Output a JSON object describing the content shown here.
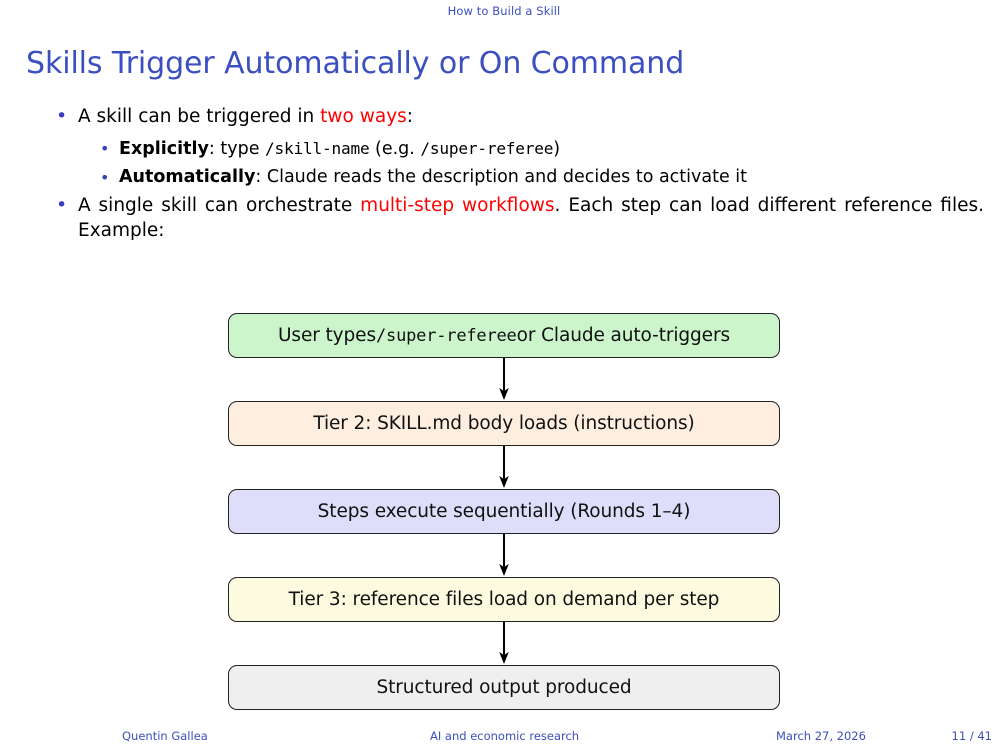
{
  "header": {
    "running_title": "How to Build a Skill"
  },
  "slide": {
    "title": "Skills Trigger Automatically or On Command"
  },
  "content": {
    "bullet1": {
      "marker": "•",
      "text_before": "A skill can be triggered in ",
      "highlight": "two ways",
      "text_after": ":",
      "subitems": [
        {
          "marker": "•",
          "label": "Explicitly",
          "separator": ": ",
          "text_before": "type ",
          "code1": "/skill-name",
          "text_mid": " (e.g. ",
          "code2": "/super-referee",
          "text_after": ")"
        },
        {
          "marker": "•",
          "label": "Automatically",
          "separator": ": ",
          "text_before": "Claude reads the description and decides to activate it",
          "code1": "",
          "text_mid": "",
          "code2": "",
          "text_after": ""
        }
      ]
    },
    "bullet2": {
      "marker": "•",
      "text_before": "A single skill can orchestrate ",
      "highlight": "multi-step workflows",
      "text_after": ". Each step can load different reference files. Example:"
    }
  },
  "flowchart": {
    "type": "vertical-flow",
    "arrow_glyph": "down-arrow",
    "nodes": [
      {
        "id": "node-user-trigger",
        "text_before": "User types ",
        "code": "/super-referee",
        "text_after": " or Claude auto-triggers",
        "fill": "#ccf5cc",
        "border": "#222222"
      },
      {
        "id": "node-tier2",
        "text_before": "Tier 2: SKILL.md body loads (instructions)",
        "code": "",
        "text_after": "",
        "fill": "#fdeee0",
        "border": "#222222"
      },
      {
        "id": "node-steps",
        "text_before": "Steps execute sequentially (Rounds 1–4)",
        "code": "",
        "text_after": "",
        "fill": "#dedefa",
        "border": "#222222"
      },
      {
        "id": "node-tier3",
        "text_before": "Tier 3: reference files load on demand per step",
        "code": "",
        "text_after": "",
        "fill": "#fcfadf",
        "border": "#222222"
      },
      {
        "id": "node-output",
        "text_before": "Structured output produced",
        "code": "",
        "text_after": "",
        "fill": "#efefef",
        "border": "#222222"
      }
    ]
  },
  "footer": {
    "author": "Quentin Gallea",
    "institute": "AI and economic research",
    "date": "March 27, 2026",
    "page": "11 / 41"
  },
  "colors": {
    "theme_blue": "#3b4fc0",
    "alert_red": "#ff0000",
    "bullet_blue": "#3b3bbe",
    "text_black": "#000000"
  }
}
